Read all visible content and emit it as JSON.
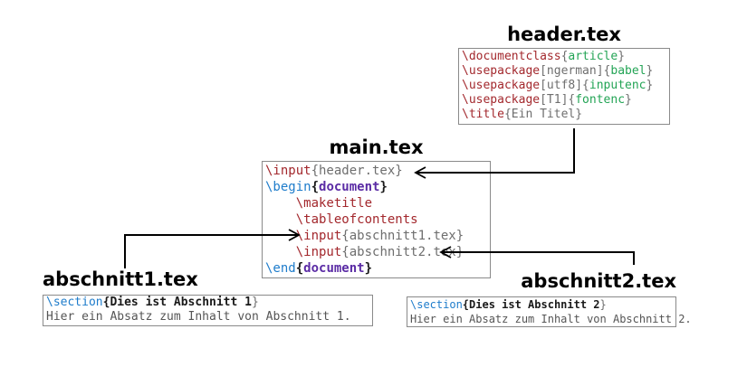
{
  "colors": {
    "command_red": "#a3282d",
    "keyword_blue": "#1e7ccb",
    "environment_purple": "#5b2ca5",
    "argument_green": "#23a455",
    "plain_gray": "#6e6e6e",
    "body_gray": "#555555",
    "border_gray": "#8a8a8a",
    "arrow_black": "#000000",
    "background": "#ffffff"
  },
  "files": [
    {
      "id": "header",
      "title": "header.tex",
      "lines": [
        [
          {
            "t": "\\documentclass",
            "c": "cmd"
          },
          {
            "t": "{",
            "c": "plain"
          },
          {
            "t": "article",
            "c": "arg"
          },
          {
            "t": "}",
            "c": "plain"
          }
        ],
        [
          {
            "t": "\\usepackage",
            "c": "cmd"
          },
          {
            "t": "[ngerman]{",
            "c": "plain"
          },
          {
            "t": "babel",
            "c": "arg"
          },
          {
            "t": "}",
            "c": "plain"
          }
        ],
        [
          {
            "t": "\\usepackage",
            "c": "cmd"
          },
          {
            "t": "[utf8]{",
            "c": "plain"
          },
          {
            "t": "inputenc",
            "c": "arg"
          },
          {
            "t": "}",
            "c": "plain"
          }
        ],
        [
          {
            "t": "\\usepackage",
            "c": "cmd"
          },
          {
            "t": "[T1]{",
            "c": "plain"
          },
          {
            "t": "fontenc",
            "c": "arg"
          },
          {
            "t": "}",
            "c": "plain"
          }
        ],
        [
          {
            "t": "\\title",
            "c": "cmd"
          },
          {
            "t": "{Ein Titel}",
            "c": "plain"
          }
        ]
      ]
    },
    {
      "id": "main",
      "title": "main.tex",
      "lines": [
        [
          {
            "t": "\\input",
            "c": "cmd"
          },
          {
            "t": "{header.tex}",
            "c": "plain"
          }
        ],
        [
          {
            "t": "\\begin",
            "c": "kw"
          },
          {
            "t": "{",
            "c": "brace"
          },
          {
            "t": "document",
            "c": "env"
          },
          {
            "t": "}",
            "c": "brace"
          }
        ],
        [
          {
            "t": "    \\maketitle",
            "c": "cmd"
          }
        ],
        [
          {
            "t": "    \\tableofcontents",
            "c": "cmd"
          }
        ],
        [
          {
            "t": "    \\input",
            "c": "cmd"
          },
          {
            "t": "{abschnitt1.tex}",
            "c": "plain"
          }
        ],
        [
          {
            "t": "    \\input",
            "c": "cmd"
          },
          {
            "t": "{abschnitt2.tex}",
            "c": "plain"
          }
        ],
        [
          {
            "t": "\\end",
            "c": "kw"
          },
          {
            "t": "{",
            "c": "brace"
          },
          {
            "t": "document",
            "c": "env"
          },
          {
            "t": "}",
            "c": "brace"
          }
        ]
      ]
    },
    {
      "id": "abschnitt1",
      "title": "abschnitt1.tex",
      "lines": [
        [
          {
            "t": "\\section",
            "c": "kw"
          },
          {
            "t": "{",
            "c": "brace"
          },
          {
            "t": "Dies ist Abschnitt 1",
            "c": "bold"
          },
          {
            "t": "}",
            "c": "plain"
          }
        ],
        [
          {
            "t": "Hier ein Absatz zum Inhalt von Abschnitt 1.",
            "c": "text"
          }
        ]
      ]
    },
    {
      "id": "abschnitt2",
      "title": "abschnitt2.tex",
      "lines": [
        [
          {
            "t": "\\section",
            "c": "kw"
          },
          {
            "t": "{",
            "c": "brace"
          },
          {
            "t": "Dies ist Abschnitt 2",
            "c": "bold"
          },
          {
            "t": "}",
            "c": "plain"
          }
        ],
        [
          {
            "t": "Hier ein Absatz zum Inhalt von Abschnitt 2.",
            "c": "text"
          }
        ]
      ]
    }
  ],
  "arrows": [
    {
      "name": "header-to-main",
      "from": "header.tex",
      "to": "main.tex line \\input{header.tex}"
    },
    {
      "name": "abschnitt1-to-main",
      "from": "abschnitt1.tex",
      "to": "main.tex line \\input{abschnitt1.tex}"
    },
    {
      "name": "abschnitt2-to-main",
      "from": "abschnitt2.tex",
      "to": "main.tex line \\input{abschnitt2.tex}"
    }
  ]
}
